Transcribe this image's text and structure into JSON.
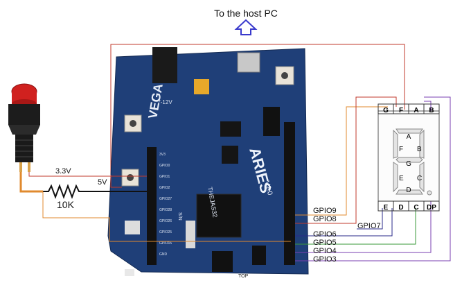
{
  "host_label": "To the host PC",
  "board": {
    "brand": "ARIES",
    "version": "V2.0",
    "logo_text": "VEGA",
    "chip_text": "THEJAS32",
    "voltage_label": "7-12V",
    "sn_label": "S/N",
    "top_label": "TOP",
    "left_header_labels": [
      "3V3",
      "GPIO0",
      "GPIO1",
      "GPIO2",
      "GPIO27",
      "GPIO28",
      "GPIO26",
      "GPIO25",
      "GPIO15",
      "GND"
    ],
    "right_header_labels": [
      "GPIO9",
      "GPIO8",
      "GPIO7",
      "GPIO6",
      "GPIO5",
      "GPIO4",
      "GPIO3"
    ]
  },
  "button": {
    "res_label": "10K"
  },
  "power": {
    "v33_label": "3.3V",
    "v5_label": "5V"
  },
  "gpio_labels": [
    "GPIO9",
    "GPIO8",
    "GPIO7",
    "GPIO6",
    "GPIO5",
    "GPIO4",
    "GPIO3"
  ],
  "seven_seg": {
    "top_pins": [
      "G",
      "F",
      "A",
      "B"
    ],
    "bottom_pins": [
      "E",
      "D",
      "C",
      "DP"
    ],
    "segments": [
      "A",
      "B",
      "C",
      "D",
      "E",
      "F",
      "G"
    ]
  },
  "colors": {
    "board": "#1f3f78",
    "wire_red": "#c0392b",
    "wire_orange": "#e08a2e",
    "wire_green": "#3a9a3a",
    "wire_purple": "#7a3fb0",
    "wire_darkblue": "#2a2a88",
    "arrow": "#3a3acc"
  }
}
